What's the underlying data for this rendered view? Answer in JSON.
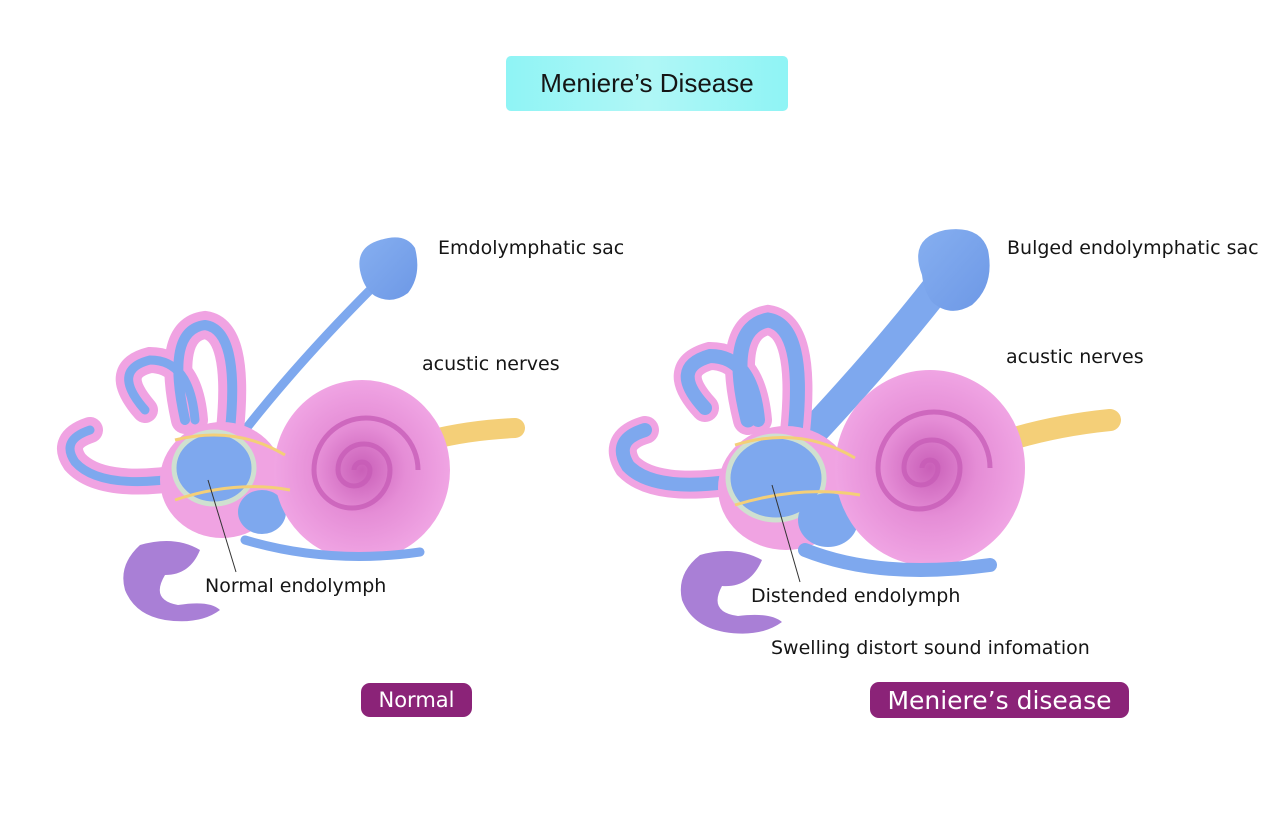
{
  "title": "Meniere’s Disease",
  "normal": {
    "sac_label": "Emdolymphatic sac",
    "nerve_label": "acustic nerves",
    "endolymph_label": "Normal endolymph",
    "badge": "Normal"
  },
  "disease": {
    "sac_label": "Bulged endolymphatic sac",
    "nerve_label": "acustic nerves",
    "endolymph_label": "Distended endolymph",
    "note": "Swelling distort sound infomation",
    "badge": "Meniere’s disease"
  },
  "colors": {
    "title_bg": "#9ef5f5",
    "badge_bg": "#8b2378",
    "cochlea": "#e88fd8",
    "labyrinth": "#7fa9ee",
    "nerve": "#f5d07a",
    "vestibular": "#a97fd6"
  }
}
